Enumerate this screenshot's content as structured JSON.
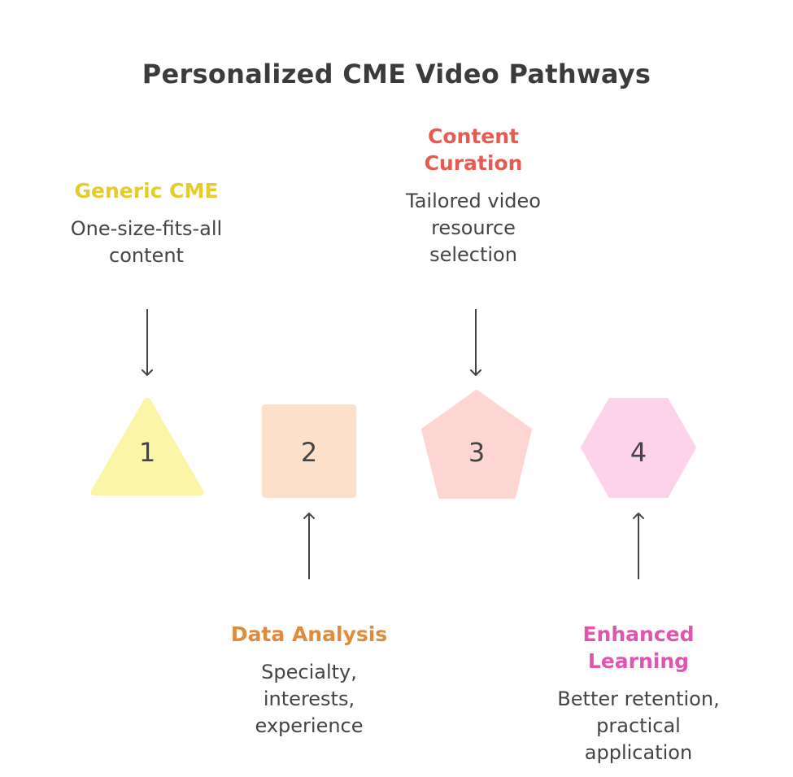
{
  "title": "Personalized CME Video Pathways",
  "colors": {
    "text": "#3b3b3b",
    "arrow": "#444444"
  },
  "steps": [
    {
      "number": "1",
      "shape": "triangle",
      "title": "Generic CME",
      "title_color": "#e3cc2c",
      "fill": "#fbf5a8",
      "description_lines": [
        "One-size-fits-all",
        "content"
      ]
    },
    {
      "number": "2",
      "shape": "square",
      "title": "Data Analysis",
      "title_color": "#e08a3a",
      "fill": "#fde0c9",
      "description_lines": [
        "Specialty,",
        "interests,",
        "experience"
      ]
    },
    {
      "number": "3",
      "shape": "pentagon",
      "title_lines": [
        "Content",
        "Curation"
      ],
      "title_color": "#e65a52",
      "fill": "#fdd6d3",
      "description_lines": [
        "Tailored video",
        "resource",
        "selection"
      ]
    },
    {
      "number": "4",
      "shape": "hexagon",
      "title_lines": [
        "Enhanced",
        "Learning"
      ],
      "title_color": "#e055b0",
      "fill": "#fdd3ec",
      "description_lines": [
        "Better retention,",
        "practical",
        "application"
      ]
    }
  ]
}
